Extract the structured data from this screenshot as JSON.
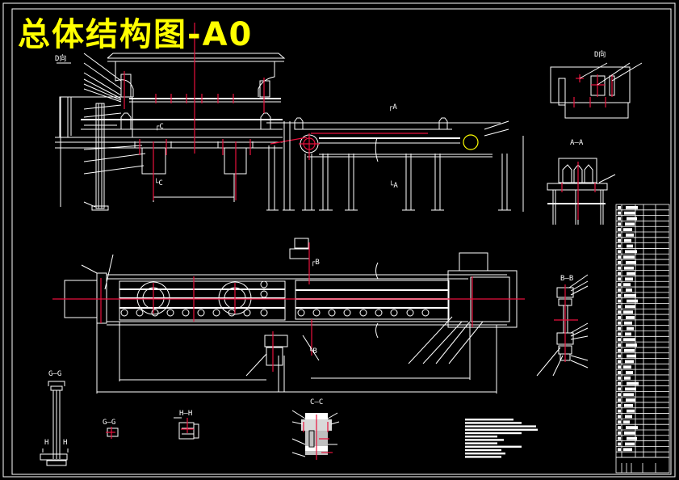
{
  "drawing": {
    "title": "总体结构图-A0",
    "colors": {
      "background": "#000000",
      "lines": "#ffffff",
      "centerlines": "#e8103c",
      "title": "#ffff00",
      "highlight": "#ffff00"
    },
    "views": {
      "main_elevation": {
        "section_c_top": "┌C",
        "section_c_bottom": "└C",
        "section_a_top": "┌A",
        "section_a_bottom": "└A",
        "view_d_arrow": "D向"
      },
      "view_d": {
        "label": "D向"
      },
      "section_aa": {
        "label": "A—A"
      },
      "plan_view": {
        "section_b_top": "┌B",
        "section_b_bottom": "└B"
      },
      "section_bb": {
        "label": "B—B"
      },
      "section_gg_column": {
        "label": "G—G",
        "marker_left": "H",
        "marker_right": "H"
      },
      "section_gg_small": {
        "label": "G—G"
      },
      "section_hh": {
        "label": "H—H"
      },
      "section_cc": {
        "label": "C—C"
      }
    },
    "bom_table": {
      "rows": 46,
      "columns": 5
    },
    "notes_block": {
      "lines": 12
    }
  }
}
